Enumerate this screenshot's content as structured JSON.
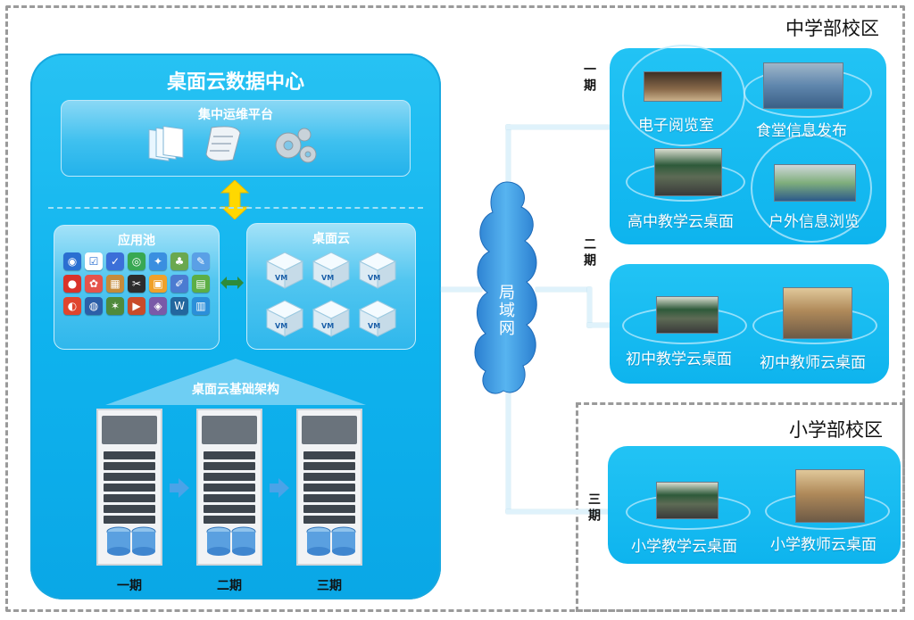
{
  "campus": {
    "middle": "中学部校区",
    "primary": "小学部校区"
  },
  "data_center": {
    "title": "桌面云数据中心",
    "ops_platform": "集中运维平台",
    "app_pool": "应用池",
    "desktop_cloud": "桌面云",
    "vm_label": "VM",
    "infrastructure": "桌面云基础架构",
    "servers": [
      "一期",
      "二期",
      "三期"
    ]
  },
  "network": {
    "lan": "局域网"
  },
  "phases": [
    "一期",
    "二期",
    "三期"
  ],
  "groups": {
    "phase1": [
      "电子阅览室",
      "食堂信息发布",
      "高中教学云桌面",
      "户外信息浏览"
    ],
    "phase2": [
      "初中教学云桌面",
      "初中教师云桌面"
    ],
    "phase3": [
      "小学教学云桌面",
      "小学教师云桌面"
    ]
  },
  "colors": {
    "panel_blue": "#0fb3ee",
    "arrow_yellow": "#ffd800",
    "arrow_green": "#2e8b3a",
    "frame_gray": "#9a9a9a"
  }
}
